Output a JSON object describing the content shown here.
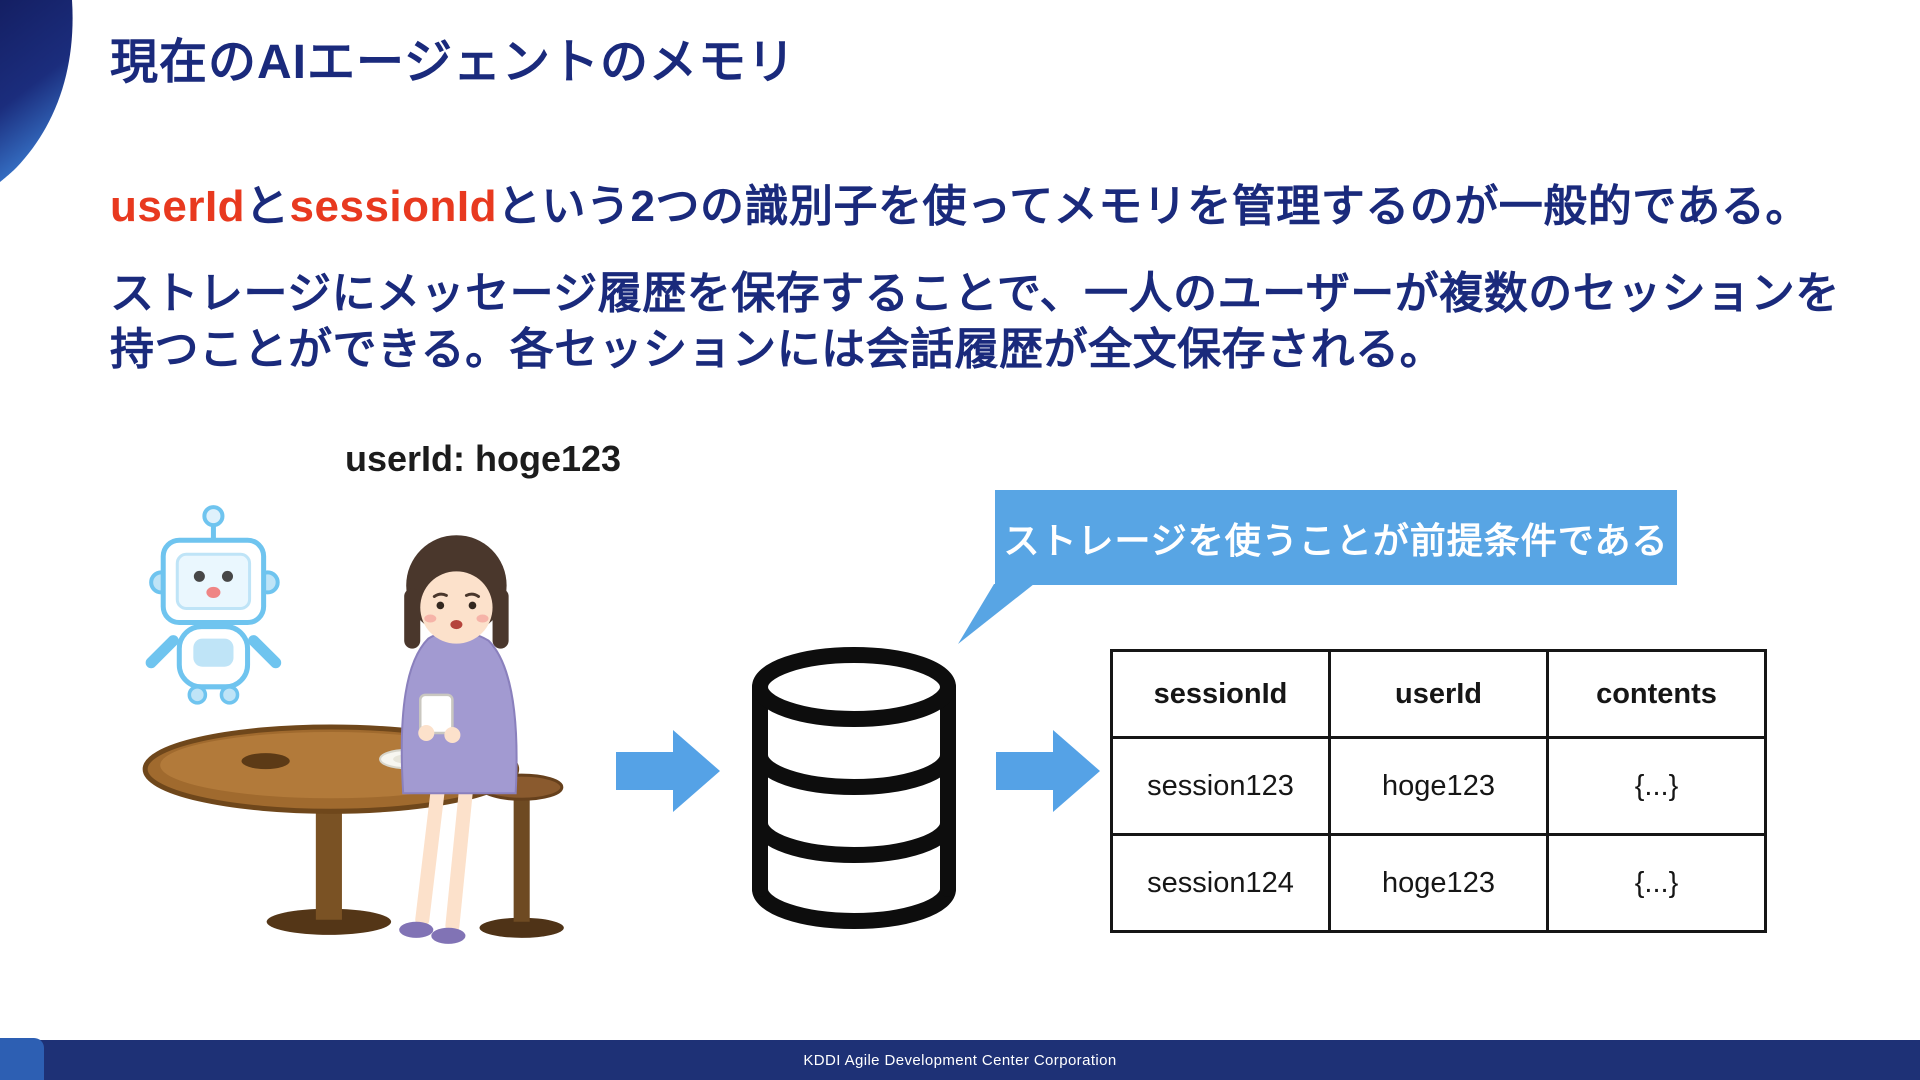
{
  "slide": {
    "title": "現在のAIエージェントのメモリ",
    "intro": {
      "userId": "userId",
      "and": "と",
      "sessionId": "sessionId",
      "rest": "という2つの識別子を使ってメモリを管理するのが一般的である。"
    },
    "body_line1": "ストレージにメッセージ履歴を保存することで、一人のユーザーが複数のセッションを",
    "body_line2": "持つことができる。各セッションには会話履歴が全文保存される。",
    "user_label": "userId: hoge123",
    "callout_text": "ストレージを使うことが前提条件である",
    "footer_text": "KDDI Agile Development Center Corporation"
  },
  "table": {
    "headers": [
      "sessionId",
      "userId",
      "contents"
    ],
    "rows": [
      [
        "session123",
        "hoge123",
        "{...}"
      ],
      [
        "session124",
        "hoge123",
        "{...}"
      ]
    ]
  },
  "icons": {
    "database": "database-icon",
    "arrow": "arrow-right-icon",
    "robot": "robot-illustration",
    "woman": "woman-at-table-illustration",
    "corner": "corner-accent-shape"
  },
  "colors": {
    "heading_navy": "#1a2a7c",
    "accent_red": "#e8391f",
    "callout_blue": "#58a5e4",
    "arrow_blue": "#55a2e6",
    "footer_navy": "#1e3176",
    "table_border": "#161616"
  }
}
